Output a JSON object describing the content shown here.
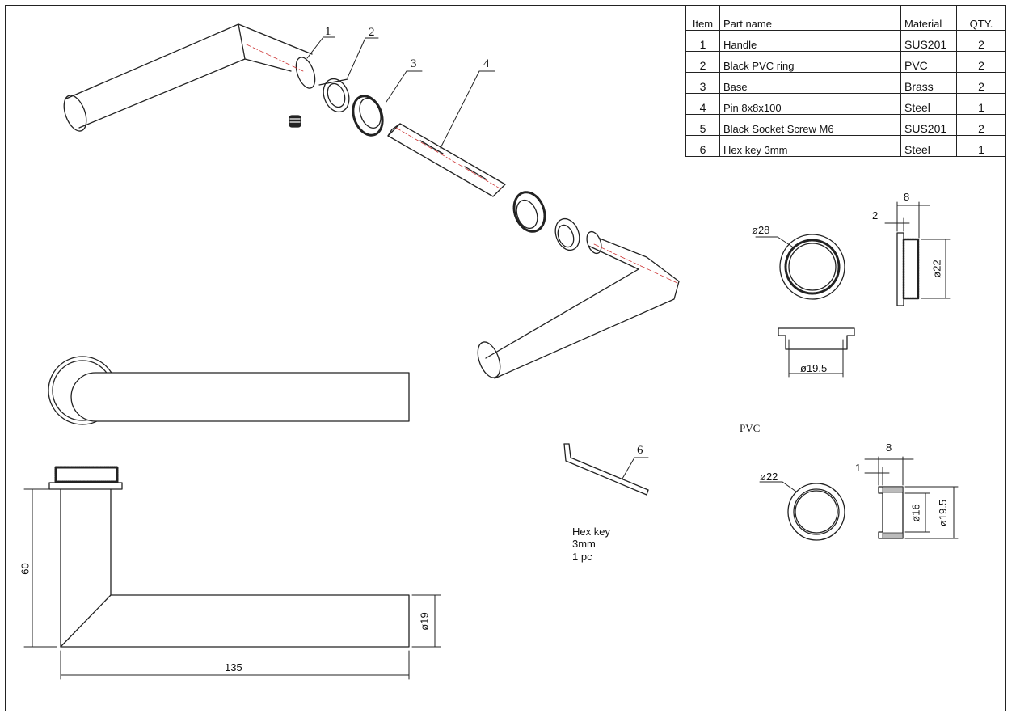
{
  "parts_table": {
    "headers": {
      "item": "Item",
      "part_name": "Part name",
      "material": "Material",
      "qty": "QTY."
    },
    "rows": [
      {
        "item": "1",
        "part_name": "Handle",
        "material": "SUS201",
        "qty": "2"
      },
      {
        "item": "2",
        "part_name": "Black PVC ring",
        "material": "PVC",
        "qty": "2"
      },
      {
        "item": "3",
        "part_name": "Base",
        "material": "Brass",
        "qty": "2"
      },
      {
        "item": "4",
        "part_name": "Pin 8x8x100",
        "material": "Steel",
        "qty": "1"
      },
      {
        "item": "5",
        "part_name": "Black  Socket Screw M6",
        "material": "SUS201",
        "qty": "2"
      },
      {
        "item": "6",
        "part_name": "Hex key  3mm",
        "material": "Steel",
        "qty": "1"
      }
    ]
  },
  "callouts": {
    "c1": "1",
    "c2": "2",
    "c3": "3",
    "c4": "4",
    "c6": "6"
  },
  "hex_key_note": {
    "line1": "Hex key",
    "line2": "3mm",
    "line3": "1 pc"
  },
  "dimensions": {
    "base_outer_dia": "ø28",
    "base_thickness": "8",
    "base_flange": "2",
    "base_inner_dia": "ø22",
    "base_bottom_dia": "ø19.5",
    "pvc_label": "PVC",
    "pvc_outer_dia": "ø22",
    "pvc_thickness": "8",
    "pvc_flange": "1",
    "pvc_inner_dia": "ø16",
    "pvc_height_dia": "ø19.5",
    "handle_height": "60",
    "handle_length": "135",
    "handle_bar_dia": "ø19"
  }
}
